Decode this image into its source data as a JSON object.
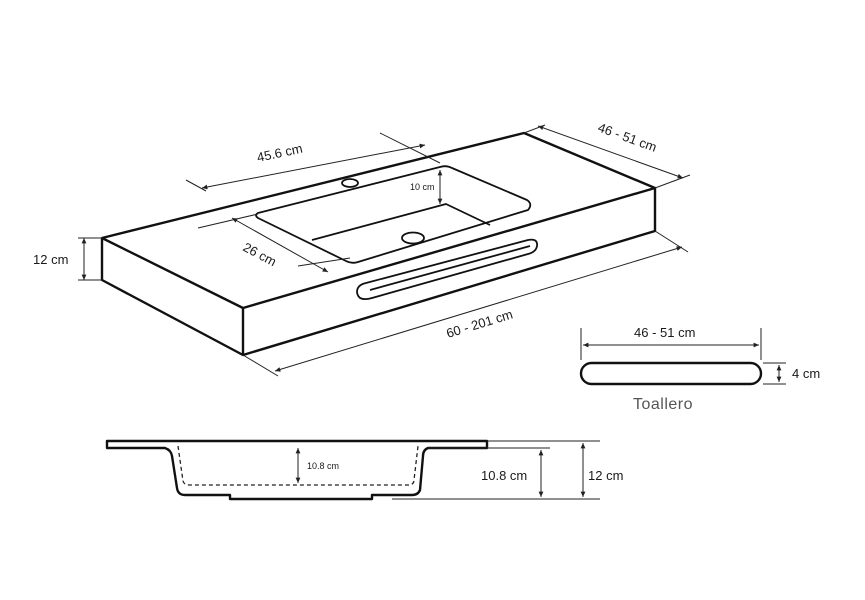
{
  "labels": {
    "basin_length": "45.6 cm",
    "counter_depth": "46 - 51 cm",
    "basin_depth_inner": "10 cm",
    "basin_width": "26 cm",
    "counter_height": "12 cm",
    "counter_length": "60 - 201 cm",
    "towel_bar_length": "46 - 51 cm",
    "towel_bar_height": "4 cm",
    "towel_bar_name": "Toallero",
    "section_inner_depth": "10.8 cm",
    "section_depth": "10.8 cm",
    "section_height": "12 cm"
  }
}
